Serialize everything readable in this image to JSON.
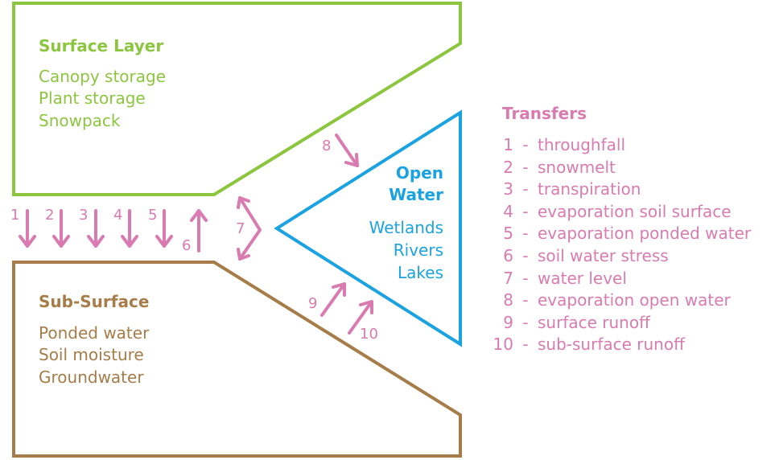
{
  "surface": {
    "title": "Surface Layer",
    "items": [
      "Canopy storage",
      "Plant storage",
      "Snowpack"
    ],
    "color": "#8cc63f"
  },
  "subsurface": {
    "title": "Sub-Surface",
    "items": [
      "Ponded water",
      "Soil moisture",
      "Groundwater"
    ],
    "color": "#a67c48"
  },
  "openwater": {
    "title_line1": "Open",
    "title_line2": "Water",
    "items": [
      "Wetlands",
      "Rivers",
      "Lakes"
    ],
    "color": "#1aa3e0"
  },
  "arrow_numbers": [
    "1",
    "2",
    "3",
    "4",
    "5",
    "6",
    "7",
    "8",
    "9",
    "10"
  ],
  "transfers": {
    "title": "Transfers",
    "color": "#d97bb0",
    "items": [
      {
        "num": "1",
        "label": "throughfall"
      },
      {
        "num": "2",
        "label": "snowmelt"
      },
      {
        "num": "3",
        "label": "transpiration"
      },
      {
        "num": "4",
        "label": "evaporation soil surface"
      },
      {
        "num": "5",
        "label": "evaporation ponded water"
      },
      {
        "num": "6",
        "label": "soil water stress"
      },
      {
        "num": "7",
        "label": "water level"
      },
      {
        "num": "8",
        "label": "evaporation open water"
      },
      {
        "num": "9",
        "label": "surface runoff"
      },
      {
        "num": "10",
        "label": "sub-surface runoff"
      }
    ]
  }
}
